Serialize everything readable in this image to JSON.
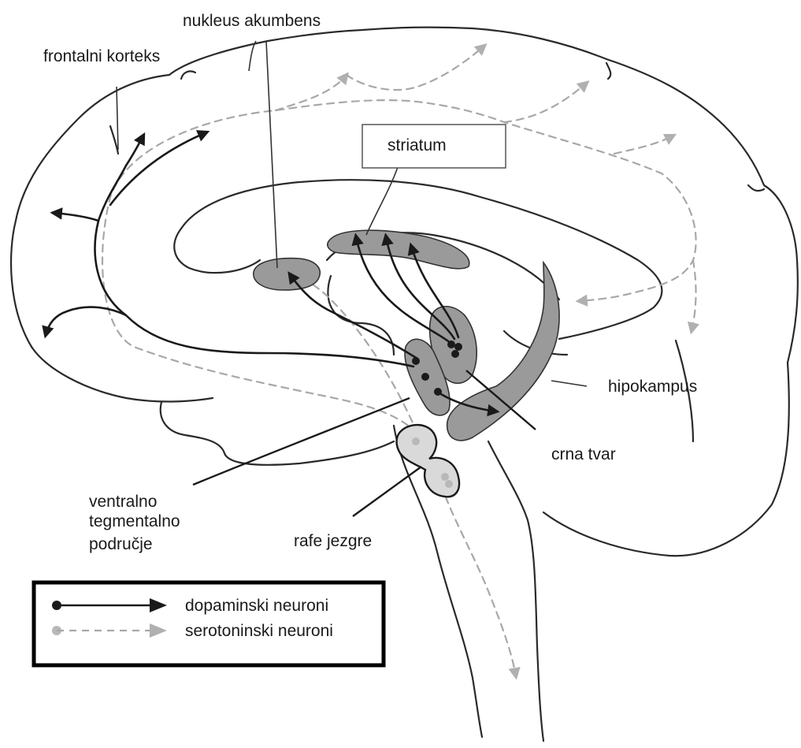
{
  "labels": {
    "nucleus_accumbens": "nukleus akumbens",
    "frontal_cortex": "frontalni korteks",
    "striatum": "striatum",
    "hippocampus": "hipokampus",
    "substantia_nigra": "crna tvar",
    "vta_line1": "ventralno",
    "vta_line2": "tegmentalno",
    "vta_line3": "područje",
    "raphe_nuclei": "rafe jezgre"
  },
  "legend": {
    "dopamine_label": "dopaminski neuroni",
    "serotonin_label": "serotoninski neuroni"
  },
  "colors": {
    "dopamine": "#1a1a1a",
    "serotonin": "#a8a8a8",
    "region_fill": "#9a9a9a",
    "raphe_fill": "#d9d9d9"
  }
}
